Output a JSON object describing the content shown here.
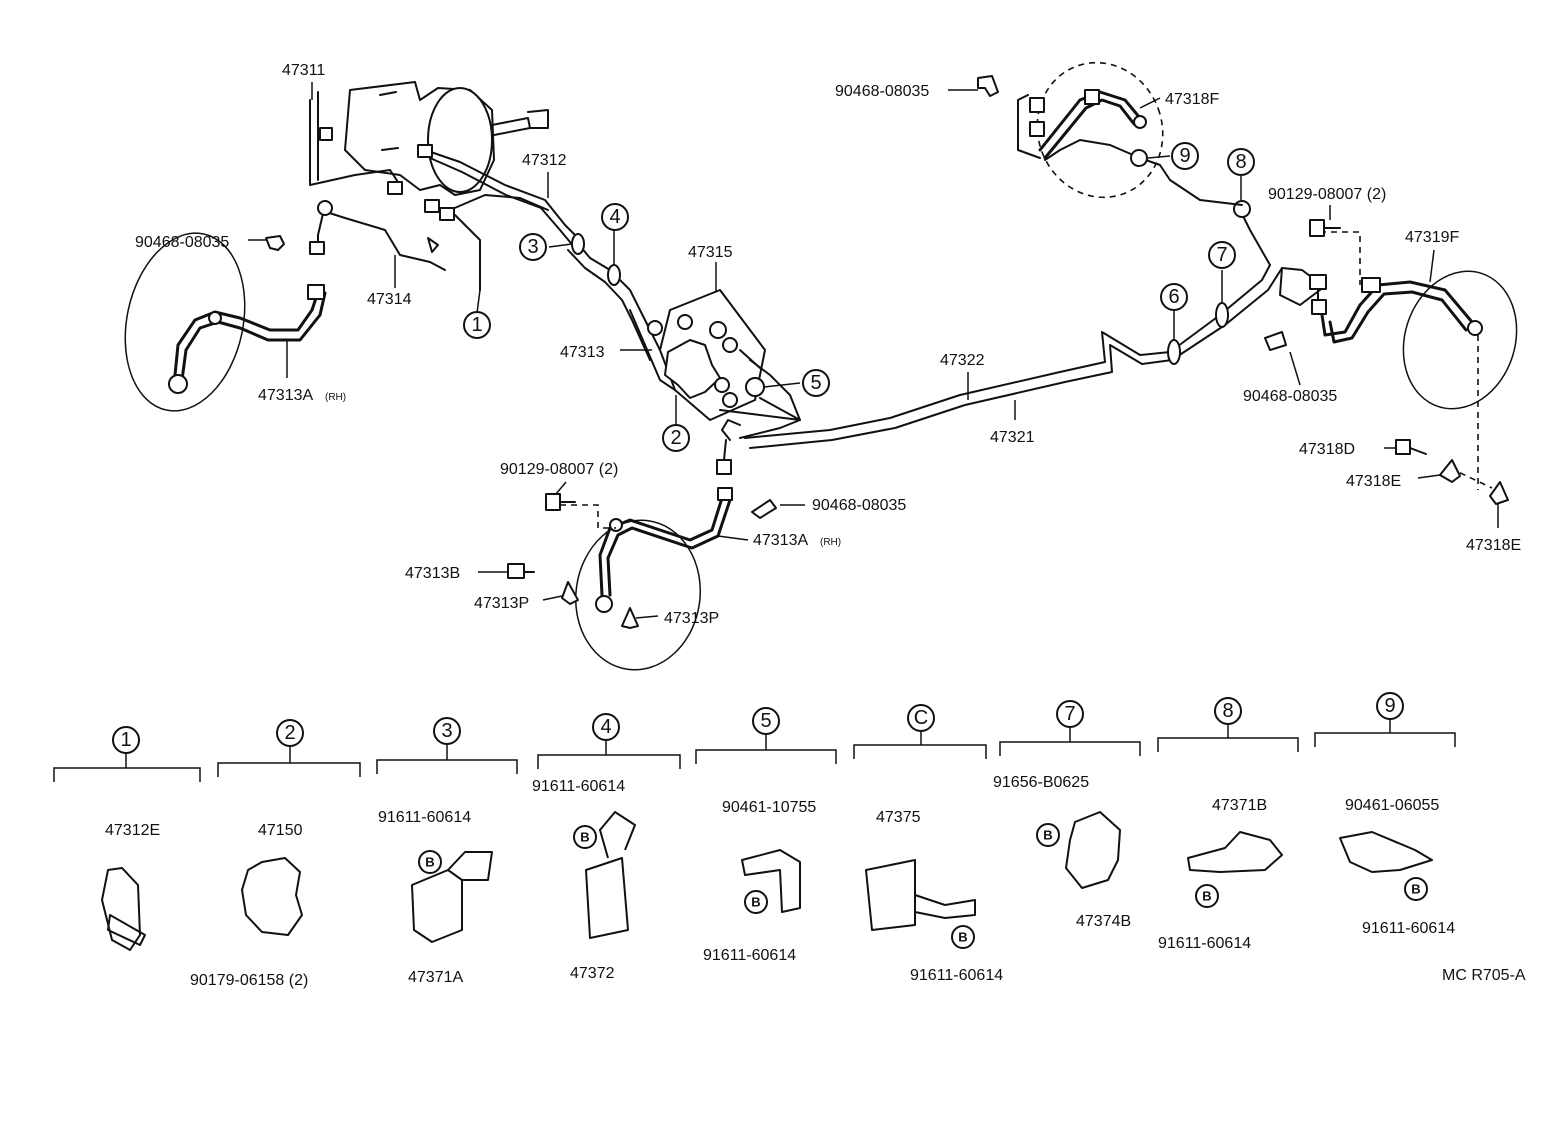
{
  "diagram_code": "MC R705-A",
  "upper_labels": {
    "p47311": "47311",
    "p47312": "47312",
    "p47314": "47314",
    "clip_left": "90468-08035",
    "hose_left": "47313A",
    "hose_left_side": "(RH)",
    "p47315": "47315",
    "p47313": "47313",
    "p47322": "47322",
    "p47321": "47321",
    "clip_top": "90468-08035",
    "p47318F": "47318F",
    "bolt_right": "90129-08007 (2)",
    "p47319F": "47319F",
    "clip_right": "90468-08035",
    "p47318D": "47318D",
    "p47318E_a": "47318E",
    "p47318E_b": "47318E",
    "bolt_center": "90129-08007 (2)",
    "clip_center": "90468-08035",
    "hose_center": "47313A",
    "hose_center_side": "(RH)",
    "p47313B": "47313B",
    "p47313P_a": "47313P",
    "p47313P_b": "47313P"
  },
  "callouts": {
    "c1": "1",
    "c2": "2",
    "c3": "3",
    "c4": "4",
    "c5": "5",
    "c6": "6",
    "c7": "7",
    "c8": "8",
    "c9": "9"
  },
  "detail_groups": [
    {
      "id": "1",
      "parts": [
        "47312E"
      ]
    },
    {
      "id": "2",
      "parts": [
        "47150",
        "90179-06158 (2)"
      ]
    },
    {
      "id": "3",
      "parts": [
        "91611-60614",
        "47371A"
      ]
    },
    {
      "id": "4",
      "parts": [
        "91611-60614",
        "47372"
      ]
    },
    {
      "id": "5",
      "parts": [
        "90461-10755",
        "91611-60614"
      ]
    },
    {
      "id": "C",
      "parts": [
        "47375",
        "91611-60614"
      ]
    },
    {
      "id": "7",
      "parts": [
        "91656-B0625",
        "47374B"
      ]
    },
    {
      "id": "8",
      "parts": [
        "47371B",
        "91611-60614"
      ]
    },
    {
      "id": "9",
      "parts": [
        "90461-06055",
        "91611-60614"
      ]
    }
  ],
  "b_mark": "B"
}
